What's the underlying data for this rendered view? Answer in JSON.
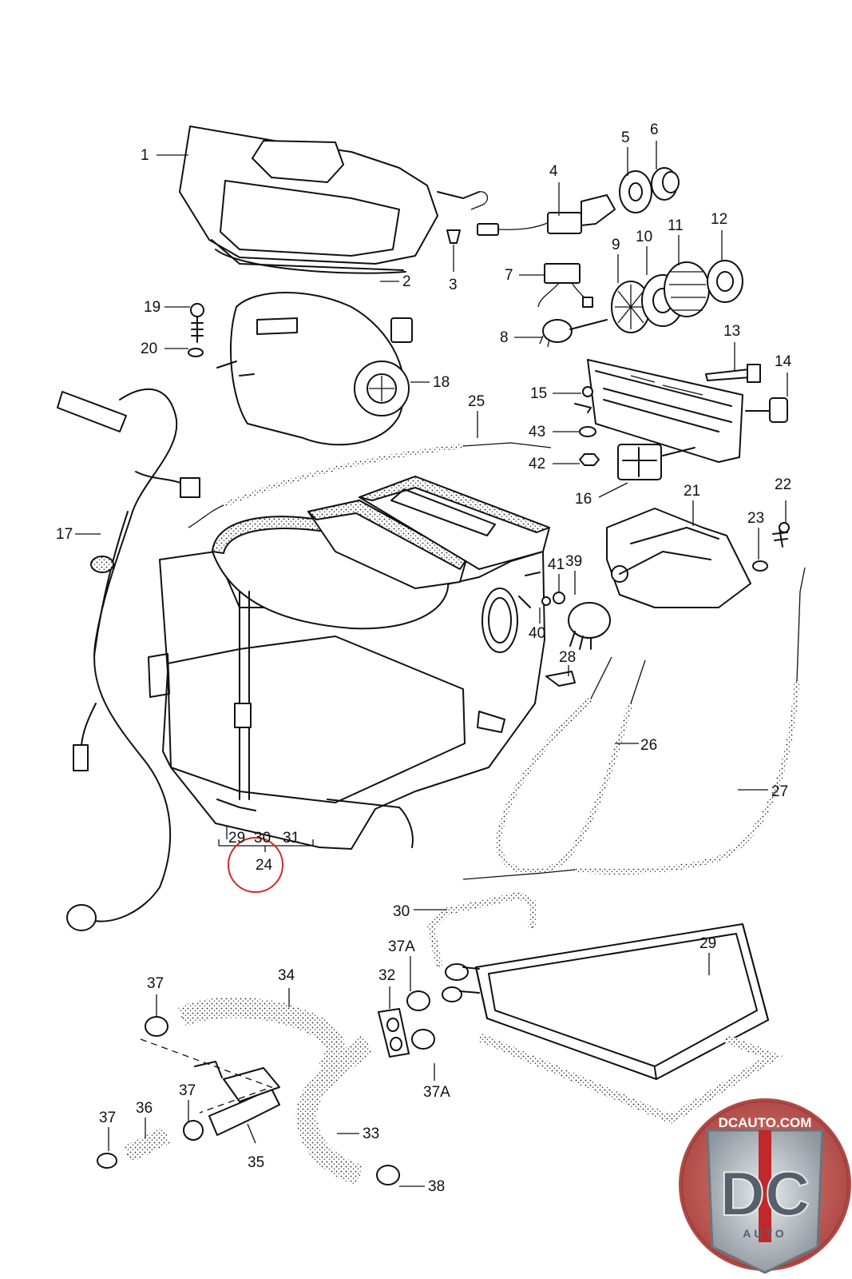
{
  "callouts": [
    {
      "id": "c1",
      "label": "1"
    },
    {
      "id": "c2",
      "label": "2"
    },
    {
      "id": "c3",
      "label": "3"
    },
    {
      "id": "c4",
      "label": "4"
    },
    {
      "id": "c5",
      "label": "5"
    },
    {
      "id": "c6",
      "label": "6"
    },
    {
      "id": "c7",
      "label": "7"
    },
    {
      "id": "c8",
      "label": "8"
    },
    {
      "id": "c9",
      "label": "9"
    },
    {
      "id": "c10",
      "label": "10"
    },
    {
      "id": "c11",
      "label": "11"
    },
    {
      "id": "c12",
      "label": "12"
    },
    {
      "id": "c13",
      "label": "13"
    },
    {
      "id": "c14",
      "label": "14"
    },
    {
      "id": "c15",
      "label": "15"
    },
    {
      "id": "c16",
      "label": "16"
    },
    {
      "id": "c17",
      "label": "17"
    },
    {
      "id": "c18",
      "label": "18"
    },
    {
      "id": "c19",
      "label": "19"
    },
    {
      "id": "c20",
      "label": "20"
    },
    {
      "id": "c21",
      "label": "21"
    },
    {
      "id": "c22",
      "label": "22"
    },
    {
      "id": "c23",
      "label": "23"
    },
    {
      "id": "c25",
      "label": "25"
    },
    {
      "id": "c26",
      "label": "26"
    },
    {
      "id": "c27",
      "label": "27"
    },
    {
      "id": "c28",
      "label": "28"
    },
    {
      "id": "c39",
      "label": "39"
    },
    {
      "id": "c40",
      "label": "40"
    },
    {
      "id": "c41",
      "label": "41"
    },
    {
      "id": "c42",
      "label": "42"
    },
    {
      "id": "c43",
      "label": "43"
    },
    {
      "id": "g29",
      "label": "29"
    },
    {
      "id": "g30",
      "label": "30"
    },
    {
      "id": "g31",
      "label": "31"
    },
    {
      "id": "g24",
      "label": "24"
    },
    {
      "id": "d30",
      "label": "30"
    },
    {
      "id": "d29",
      "label": "29"
    },
    {
      "id": "d37a1",
      "label": "37A"
    },
    {
      "id": "d32",
      "label": "32"
    },
    {
      "id": "d34",
      "label": "34"
    },
    {
      "id": "d37a",
      "label": "37"
    },
    {
      "id": "d37b",
      "label": "37"
    },
    {
      "id": "d36",
      "label": "36"
    },
    {
      "id": "d37c",
      "label": "37"
    },
    {
      "id": "d35",
      "label": "35"
    },
    {
      "id": "d33",
      "label": "33"
    },
    {
      "id": "d37a2",
      "label": "37A"
    },
    {
      "id": "d38",
      "label": "38"
    },
    {
      "id": "d31",
      "label": "31"
    }
  ],
  "watermark": {
    "site": "DCAUTO.COM",
    "initials": "DC",
    "word": "AUTO"
  },
  "colors": {
    "line": "#111111",
    "highlight_circle": "#cc2b2b",
    "badge_red": "#c0282a",
    "badge_metal": "#a9b0b6"
  }
}
